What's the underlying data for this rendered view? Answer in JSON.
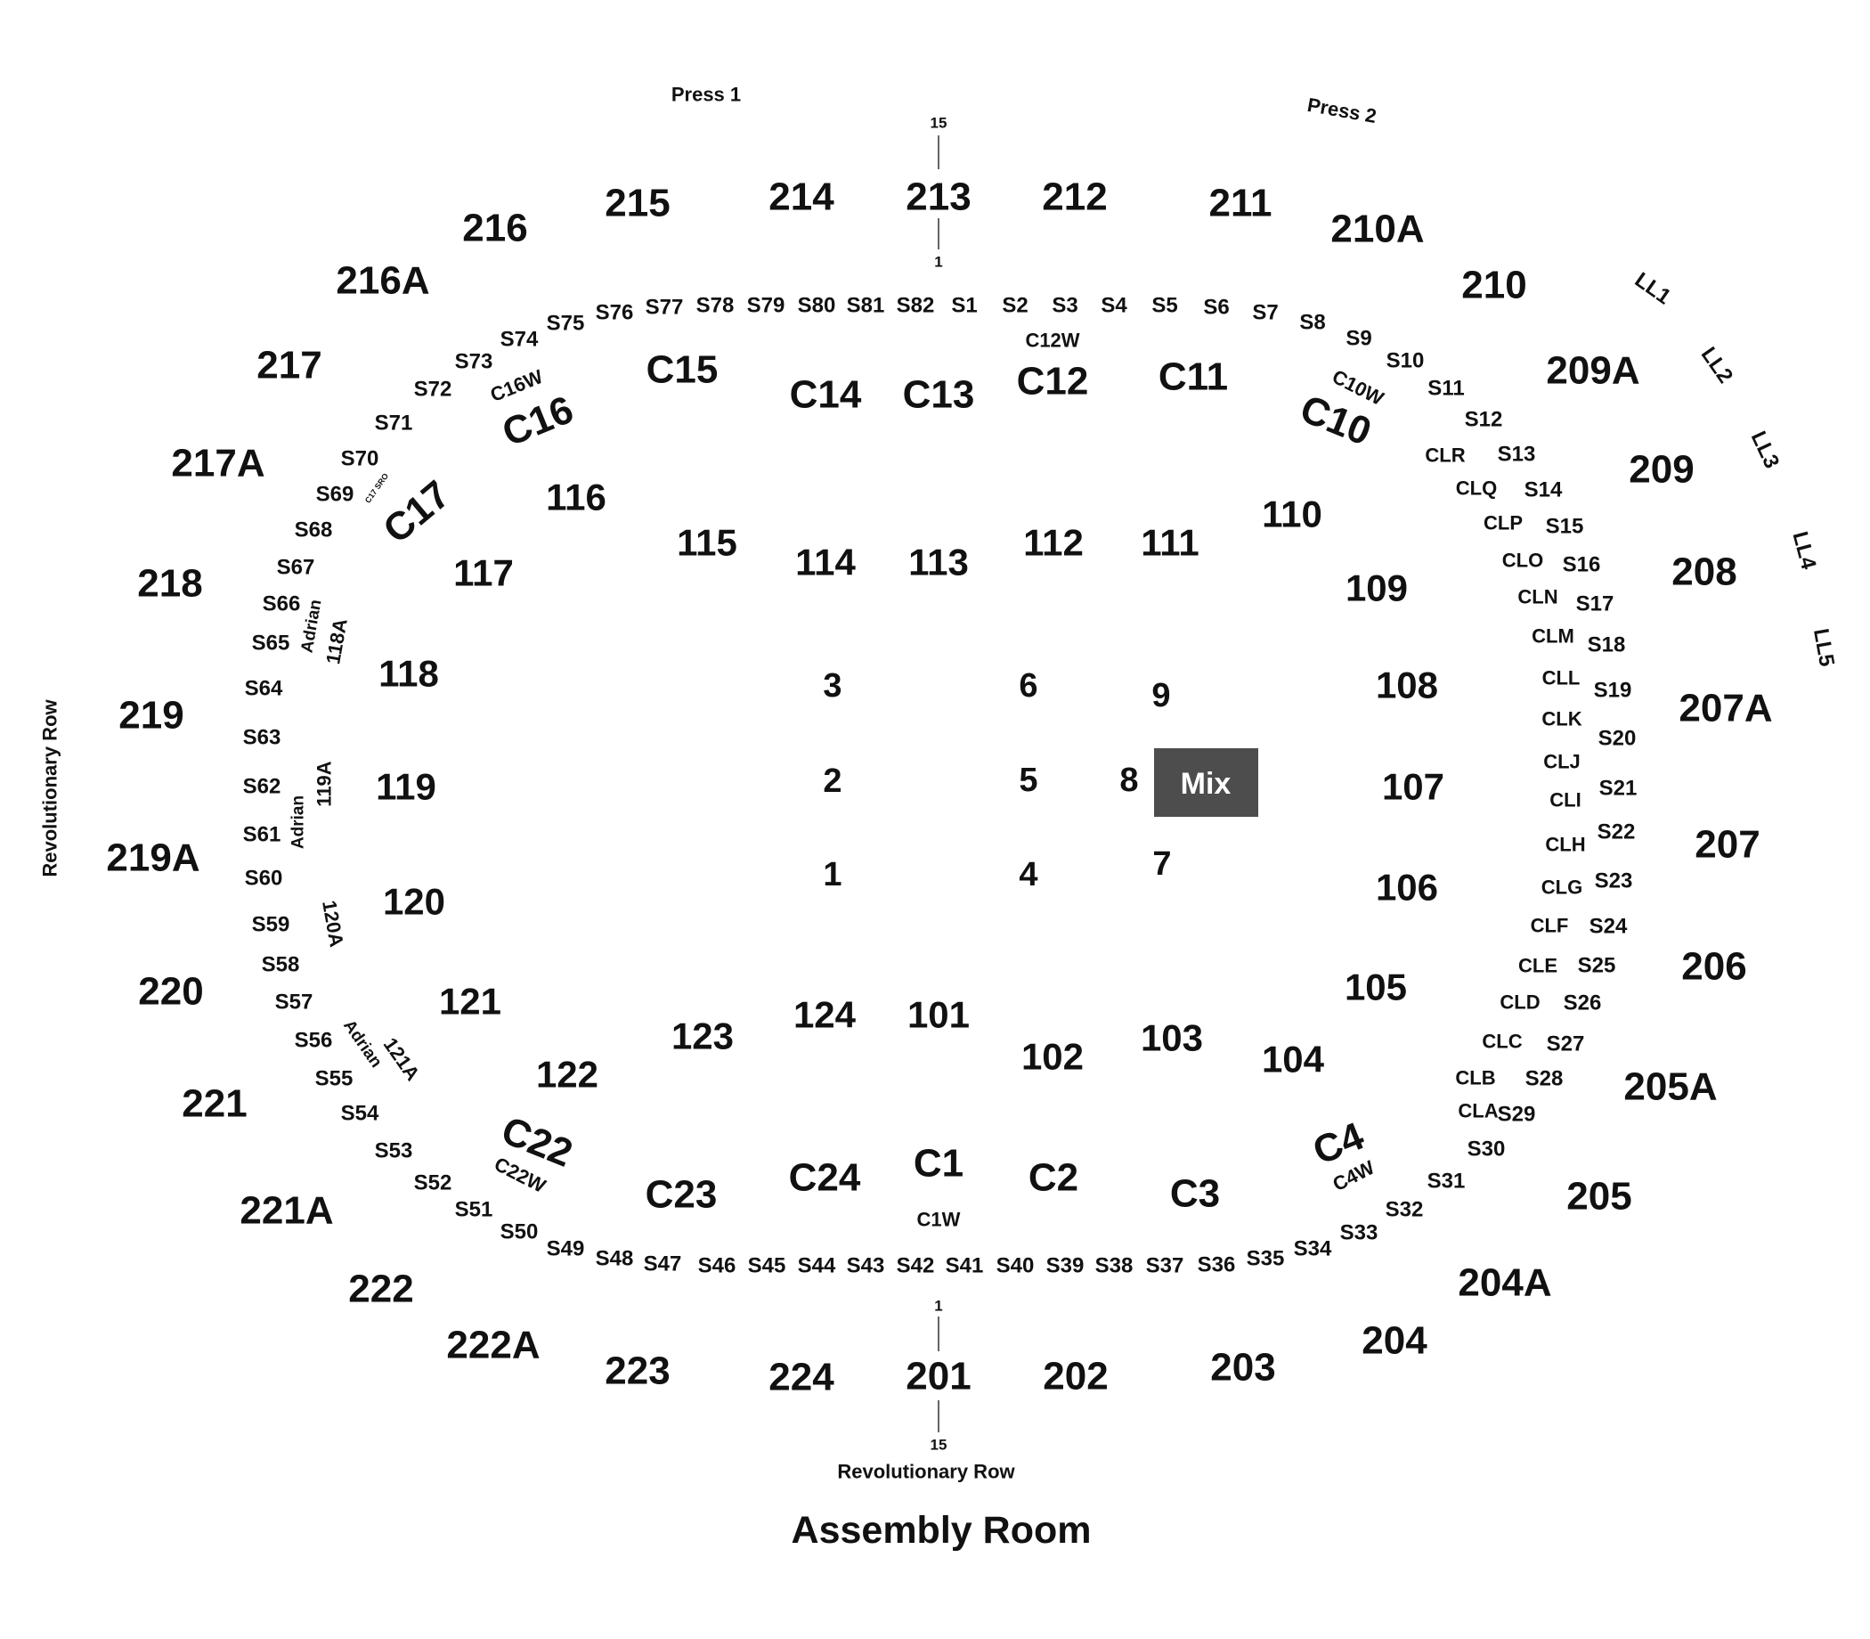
{
  "venue": {
    "title": "Assembly Room",
    "revolutionary_row_label": "Revolutionary Row",
    "press_boxes": [
      "Press 1",
      "Press 2"
    ],
    "row_markers": [
      "15",
      "1"
    ],
    "mix": "Mix",
    "colors": {
      "mix_fill": "#4d4d4d",
      "text": "#111111",
      "background": "#ffffff"
    }
  },
  "sections": {
    "upper": [
      "201",
      "202",
      "203",
      "204",
      "204A",
      "205",
      "205A",
      "206",
      "207",
      "207A",
      "208",
      "209",
      "209A",
      "210",
      "210A",
      "211",
      "212",
      "213",
      "214",
      "215",
      "216",
      "216A",
      "217",
      "217A",
      "218",
      "219",
      "219A",
      "220",
      "221",
      "221A",
      "222",
      "222A",
      "223",
      "224"
    ],
    "lower": [
      "101",
      "102",
      "103",
      "104",
      "105",
      "106",
      "107",
      "108",
      "109",
      "110",
      "111",
      "112",
      "113",
      "114",
      "115",
      "116",
      "117",
      "118",
      "119",
      "120",
      "121",
      "122",
      "123",
      "124"
    ],
    "clubs": [
      "C1",
      "C2",
      "C3",
      "C4",
      "C10",
      "C11",
      "C12",
      "C13",
      "C14",
      "C15",
      "C16",
      "C17",
      "C22",
      "C23",
      "C24"
    ],
    "club_ws": [
      "C1W",
      "C4W",
      "C10W",
      "C12W",
      "C16W",
      "C22W"
    ],
    "club_sro": "C17 SRO",
    "floor": [
      "1",
      "2",
      "3",
      "4",
      "5",
      "6",
      "7",
      "8",
      "9"
    ],
    "accessible": [
      "118A",
      "119A",
      "120A",
      "121A"
    ],
    "adrian": "Adrian",
    "loge": [
      "LL1",
      "LL2",
      "LL3",
      "LL4",
      "LL5"
    ],
    "club_lounge": [
      "CLA",
      "CLB",
      "CLC",
      "CLD",
      "CLE",
      "CLF",
      "CLG",
      "CLH",
      "CLI",
      "CLJ",
      "CLK",
      "CLL",
      "CLM",
      "CLN",
      "CLO",
      "CLP",
      "CLQ",
      "CLR"
    ],
    "suites": [
      "S1",
      "S2",
      "S3",
      "S4",
      "S5",
      "S6",
      "S7",
      "S8",
      "S9",
      "S10",
      "S11",
      "S12",
      "S13",
      "S14",
      "S15",
      "S16",
      "S17",
      "S18",
      "S19",
      "S20",
      "S21",
      "S22",
      "S23",
      "S24",
      "S25",
      "S26",
      "S27",
      "S28",
      "S29",
      "S30",
      "S31",
      "S32",
      "S33",
      "S34",
      "S35",
      "S36",
      "S37",
      "S38",
      "S39",
      "S40",
      "S41",
      "S42",
      "S43",
      "S44",
      "S45",
      "S46",
      "S47",
      "S48",
      "S49",
      "S50",
      "S51",
      "S52",
      "S53",
      "S54",
      "S55",
      "S56",
      "S57",
      "S58",
      "S59",
      "S60",
      "S61",
      "S62",
      "S63",
      "S64",
      "S65",
      "S66",
      "S67",
      "S68",
      "S69",
      "S70",
      "S71",
      "S72",
      "S73",
      "S74",
      "S75",
      "S76",
      "S77",
      "S78",
      "S79",
      "S80",
      "S81",
      "S82"
    ]
  }
}
